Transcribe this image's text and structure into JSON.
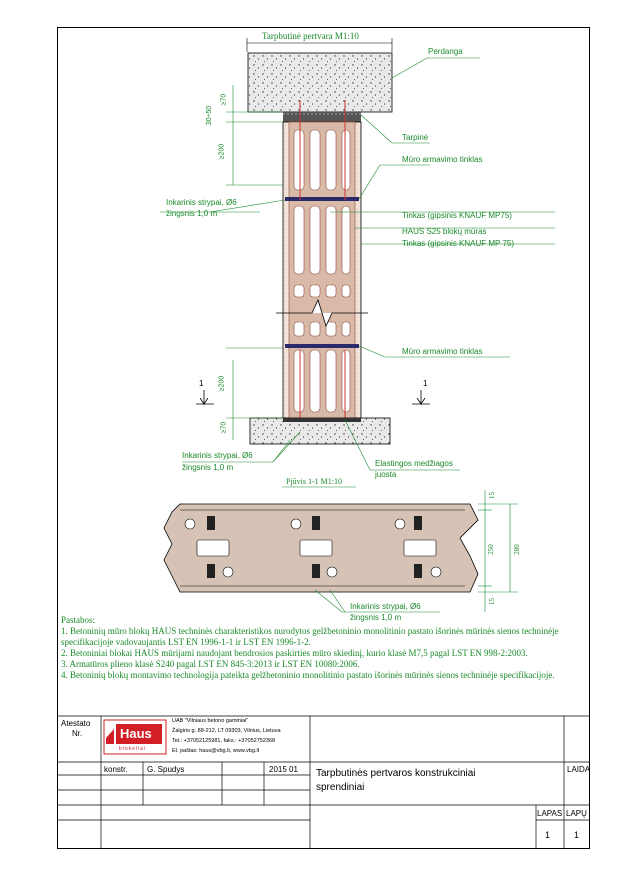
{
  "drawing": {
    "title_top": "Tarpbutinė pertvara M1:10",
    "labels": {
      "perdanga": "Perdanga",
      "tarpine": "Tarpinė",
      "muro_tinklas_1": "Mūro armavimo tinklas",
      "inkarinis_1a": "Inkarinis strypai, Ø6",
      "inkarinis_1b": "žingsnis 1,0 m",
      "tinkas_1": "Tinkas (gipsinis KNAUF MP75)",
      "haus": "HAUS S25 blokų mūras",
      "tinkas_2": "Tinkas (gipsinis KNAUF MP 75)",
      "muro_tinklas_2": "Mūro armavimo tinklas",
      "inkarinis_2a": "Inkarinis strypai, Ø6",
      "inkarinis_2b": "žingsnis 1,0 m",
      "elastingos_a": "Elastingos medžiagos",
      "elastingos_b": "juosta",
      "section_mark_l": "1",
      "section_mark_r": "1"
    },
    "dims": {
      "d1": "≥70",
      "d2": "30÷50",
      "d3": "≥200",
      "d4": "≥200",
      "d5": "≥70"
    },
    "section_title": "Pjūvis 1-1 M1:10",
    "section_dims": {
      "s15a": "15",
      "s250": "250",
      "s280": "280",
      "s15b": "15"
    },
    "section_label_a": "Inkarinis strypai, Ø6",
    "section_label_b": "žingsnis 1,0 m"
  },
  "notes": {
    "heading": "Pastabos:",
    "n1": "1. Betoninių mūro blokų HAUS techninės charakteristikos nurodytos gelžbetoninio monolitinio pastato išorinės mūrinės sienos techninėje specifikacijoje vadovaujantis LST EN 1996-1-1 ir LST EN 1996-1-2.",
    "n2": "2. Betoniniai blokai HAUS mūrijami naudojant bendrosios paskirties mūro skiedinį, kurio klasė M7,5 pagal LST EN 998-2:2003.",
    "n3": "3. Armatūros plieno klasė S240 pagal LST EN 845-3:2013 ir LST EN 10080:2006.",
    "n4": "4. Betoninių blokų montavimo technologija pateikta gelžbetoninio monolitinio pastato išorinės mūrinės sienos techninėje specifikacijoje."
  },
  "titleblock": {
    "atestato": "Atestato",
    "nr": "Nr.",
    "logo_word": "Haus",
    "logo_sub": "blokeliai",
    "company1": "UAB \"Vilniaus betono gaminiai\"",
    "company2": "Žalgirio g. 88-212, LT 09303, Vilnius, Lietuva",
    "company3": "Tel.: +37052125981, faks.: +37052752368",
    "company4": "El. paštas: haus@vbg.lt, www.vbg.lt",
    "konstr": "konstr.",
    "author": "G. Spudys",
    "date": "2015 01",
    "title1": "Tarpbutinės pertvaros konstrukciniai",
    "title2": "sprendiniai",
    "laida": "LAIDA",
    "lapas": "LAPAS",
    "lapu": "LAPŲ",
    "lapas_val": "1",
    "lapu_val": "1"
  },
  "colors": {
    "leader": "#1a8a2a",
    "block": "#d9b9a8",
    "concrete": "#e6e6e6",
    "logo_red": "#d21f26"
  }
}
